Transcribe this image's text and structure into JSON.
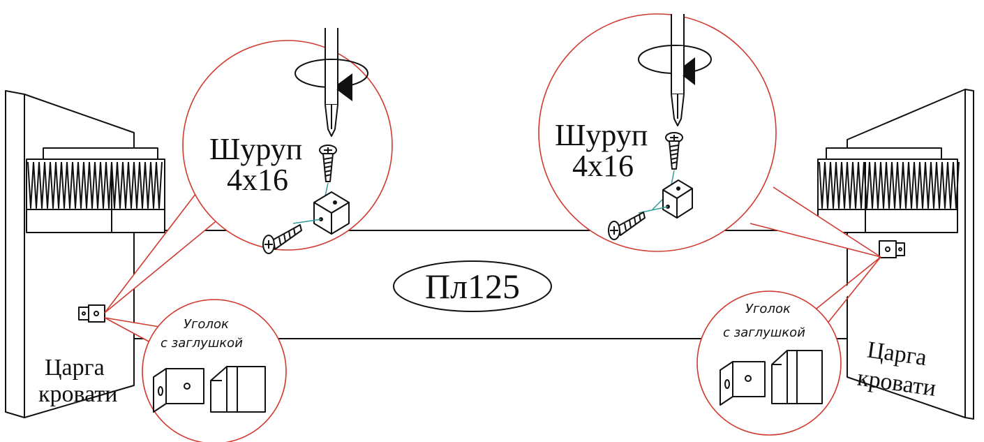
{
  "panel": {
    "code": "Пл125"
  },
  "screw_callout": {
    "line1": "Шуруп",
    "line2": "4x16"
  },
  "bracket_callout": {
    "line1": "Уголок",
    "line2": "с заглушкой"
  },
  "bed_side": {
    "line1": "Царга",
    "line2": "кровати"
  },
  "colors": {
    "callout_outline": "#d03a2f",
    "guide_line": "#2e9c9b",
    "ink": "#111111"
  }
}
